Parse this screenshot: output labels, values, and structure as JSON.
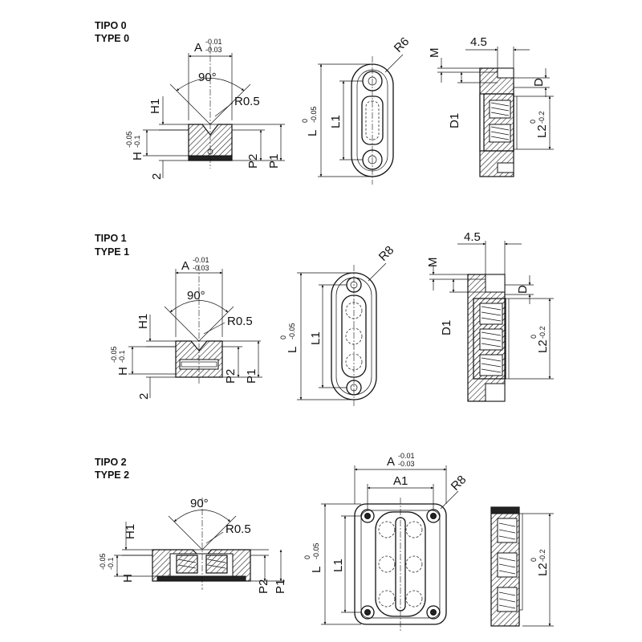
{
  "sections": [
    {
      "title_it": "TIPO 0",
      "title_en": "TYPE 0"
    },
    {
      "title_it": "TIPO 1",
      "title_en": "TYPE 1"
    },
    {
      "title_it": "TIPO 2",
      "title_en": "TYPE 2"
    }
  ],
  "dims": {
    "A": "A",
    "A_tol_up": "-0.01",
    "A_tol_low": "-0.03",
    "A1": "A1",
    "angle": "90°",
    "R05": "R0.5",
    "H": "H",
    "H_tol_up": "-0.05",
    "H_tol_low": "-0.1",
    "H1": "H1",
    "two": "2",
    "P1": "P1",
    "P2": "P2",
    "L": "L",
    "L_tol_up": "0",
    "L_tol_low": "-0.05",
    "L1": "L1",
    "L2": "L2",
    "L2_tol_up": "0",
    "L2_tol_low": "-0.2",
    "R6": "R6",
    "R8": "R8",
    "M": "M",
    "D": "D",
    "D1": "D1",
    "w45": "4.5"
  }
}
